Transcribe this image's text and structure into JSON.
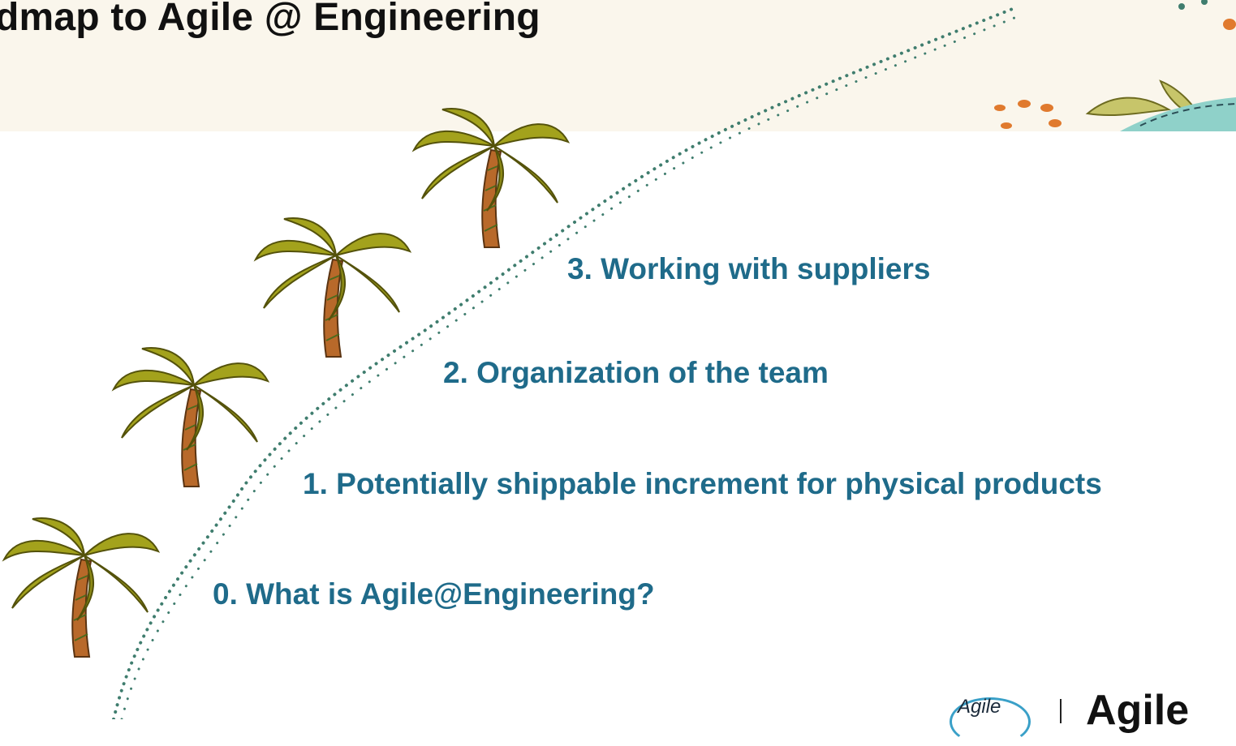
{
  "title": "dmap to Agile @ Engineering",
  "steps": [
    {
      "label": "0. What is Agile@Engineering?"
    },
    {
      "label": "1. Potentially shippable increment for physical products"
    },
    {
      "label": "2. Organization of the team"
    },
    {
      "label": "3. Working with suppliers"
    }
  ],
  "logos": {
    "left_text": "Agile",
    "right_text": "Agile"
  },
  "colors": {
    "header_band": "#faf6ec",
    "step_text": "#1f6b8a",
    "palm_leaf": "#a3a21c",
    "palm_trunk": "#b8692a",
    "dotted_path": "#3f7d6e",
    "accent_orange": "#e07a2e",
    "accent_teal": "#8fd1c9"
  },
  "icons": [
    "palm-tree-icon",
    "dotted-path-line",
    "decorative-leaf-icon"
  ]
}
